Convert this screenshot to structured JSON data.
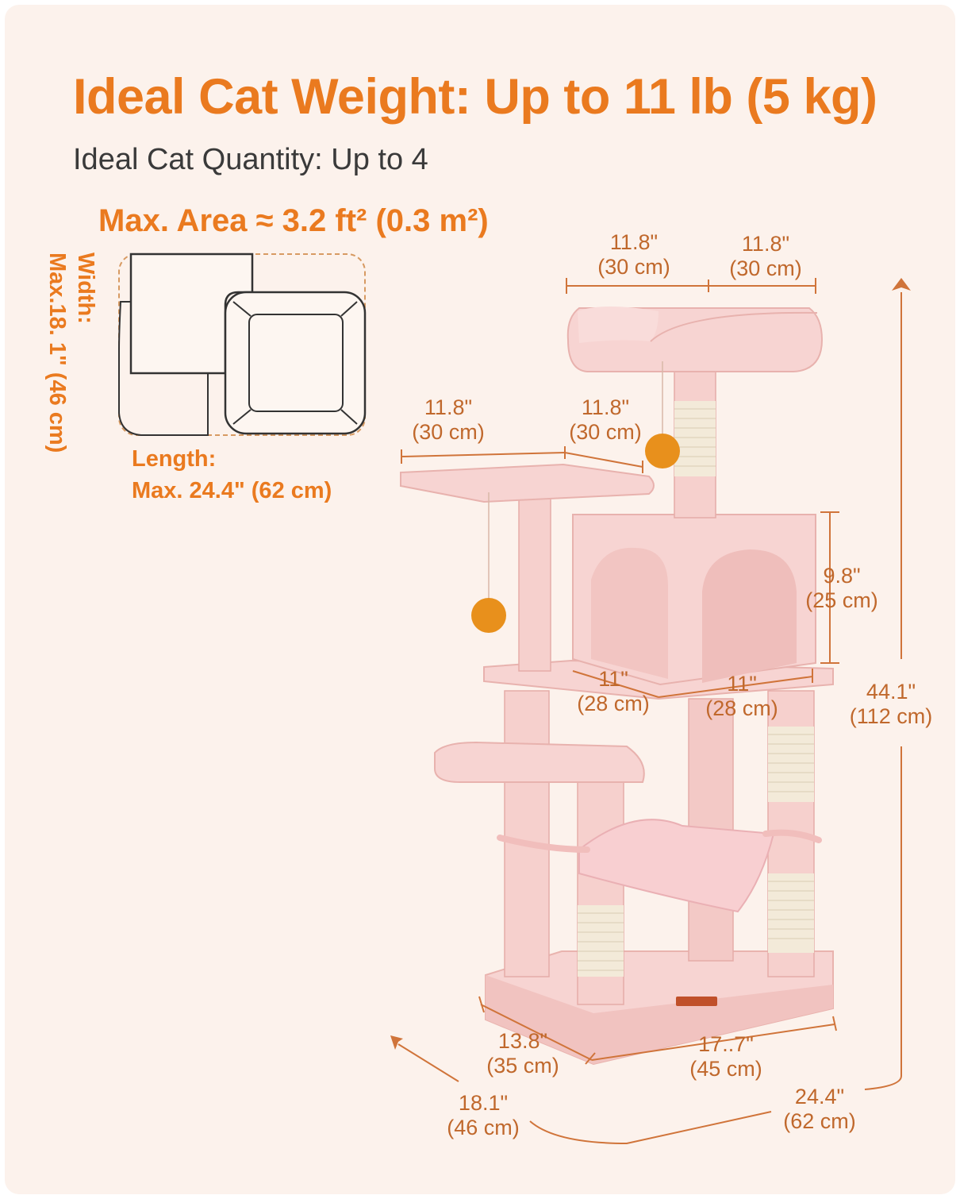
{
  "header": {
    "title": "Ideal Cat Weight: Up to 11 lb (5 kg)",
    "subtitle": "Ideal Cat Quantity: Up to 4"
  },
  "area": {
    "title": "Max. Area ≈ 3.2 ft² (0.3 m²)",
    "width_line1": "Width:",
    "width_line2": "Max.18. 1\" (46 cm)",
    "length_line1": "Length:",
    "length_line2": "Max. 24.4\" (62 cm)"
  },
  "dimensions": {
    "top_perch_left": {
      "in": "11.8\"",
      "cm": "(30 cm)"
    },
    "top_perch_right": {
      "in": "11.8\"",
      "cm": "(30 cm)"
    },
    "upper_platform_left": {
      "in": "11.8\"",
      "cm": "(30 cm)"
    },
    "upper_platform_right": {
      "in": "11.8\"",
      "cm": "(30 cm)"
    },
    "condo_height": {
      "in": "9.8\"",
      "cm": "(25 cm)"
    },
    "condo_left": {
      "in": "11\"",
      "cm": "(28 cm)"
    },
    "condo_right": {
      "in": "11\"",
      "cm": "(28 cm)"
    },
    "total_height": {
      "in": "44.1\"",
      "cm": "(112 cm)"
    },
    "base_depth": {
      "in": "13.8\"",
      "cm": "(35 cm)"
    },
    "base_width": {
      "in": "17..7\"",
      "cm": "(45 cm)"
    },
    "overall_depth": {
      "in": "18.1\"",
      "cm": "(46 cm)"
    },
    "overall_width": {
      "in": "24.4\"",
      "cm": "(62 cm)"
    }
  },
  "colors": {
    "accent": "#ea7a1f",
    "dimension_line": "#d0743a",
    "plush_pink": "#f7d4d2",
    "sisal": "#f3ead9",
    "toy_ball": "#e8901c",
    "background": "#fcf2ec"
  }
}
